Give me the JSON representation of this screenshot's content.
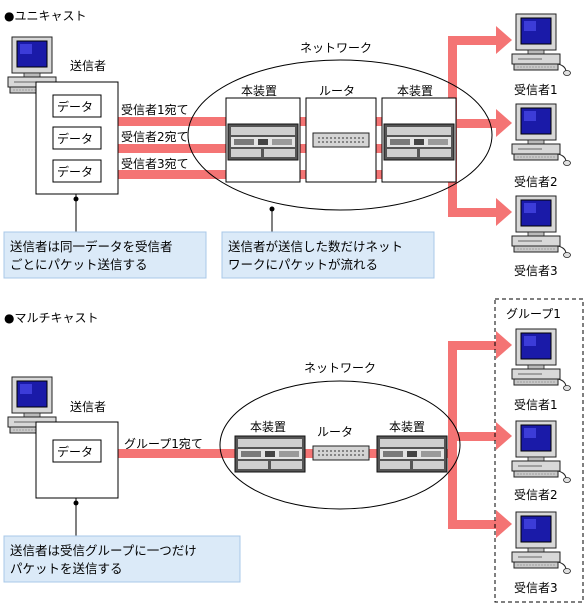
{
  "unicast": {
    "heading": "●ユニキャスト",
    "sender_label": "送信者",
    "data_items": [
      "データ",
      "データ",
      "データ"
    ],
    "dest_labels": [
      "受信者1宛て",
      "受信者2宛て",
      "受信者3宛て"
    ],
    "network_label": "ネットワーク",
    "device_label_1": "本装置",
    "router_label": "ルータ",
    "device_label_2": "本装置",
    "receivers": [
      "受信者1",
      "受信者2",
      "受信者3"
    ],
    "note_sender": [
      "送信者は同一データを受信者",
      "ごとにパケット送信する"
    ],
    "note_network": [
      "送信者が送信した数だけネット",
      "ワークにパケットが流れる"
    ]
  },
  "multicast": {
    "heading": "●マルチキャスト",
    "sender_label": "送信者",
    "data_item": "データ",
    "dest_label": "グループ1宛て",
    "network_label": "ネットワーク",
    "device_label_1": "本装置",
    "router_label": "ルータ",
    "device_label_2": "本装置",
    "group_label": "グループ1",
    "receivers": [
      "受信者1",
      "受信者2",
      "受信者3"
    ],
    "note_sender": [
      "送信者は受信グループに一つだけ",
      "パケットを送信する"
    ]
  },
  "colors": {
    "arrow": "#f47474",
    "note_bg": "#dbeaf8",
    "note_border": "#a8c8e8",
    "monitor_screen": "#1a1aa8"
  }
}
